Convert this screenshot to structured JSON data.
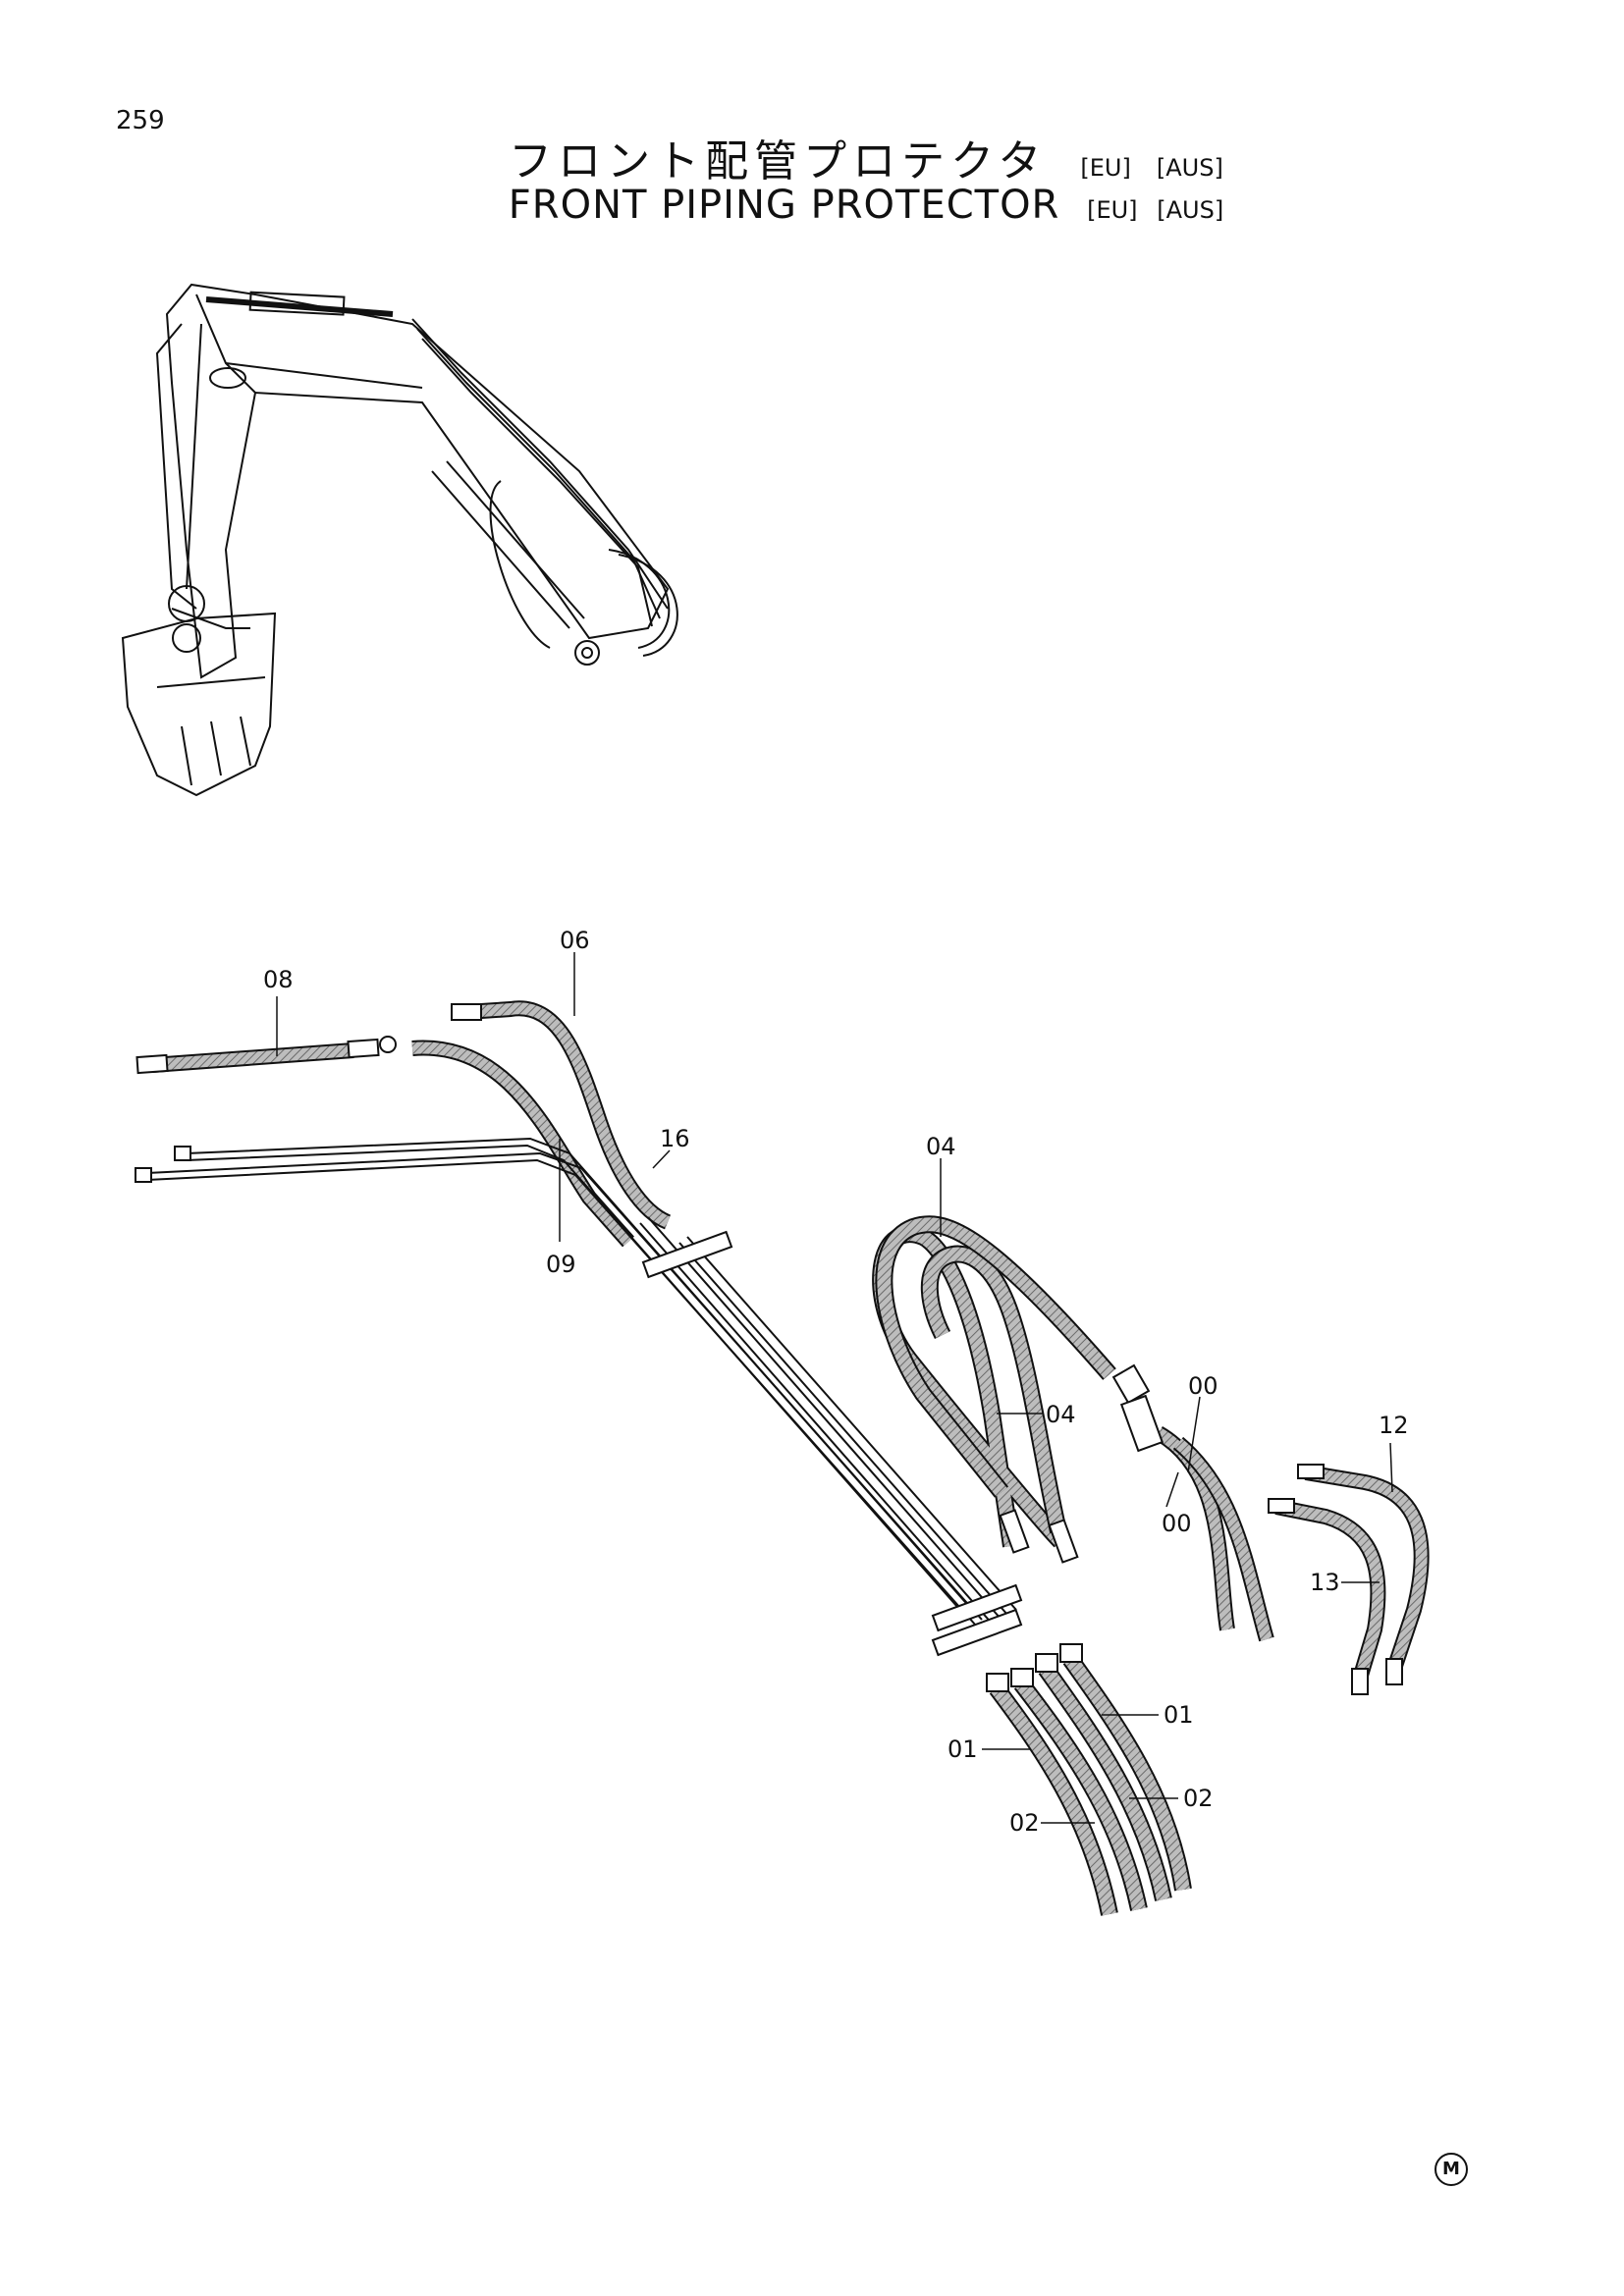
{
  "page_number": "259",
  "title_jp": "フロント配管プロテクタ",
  "title_en": "FRONT PIPING PROTECTOR",
  "region_tags": [
    "[EU]",
    "[AUS]"
  ],
  "callouts": {
    "c06": "06",
    "c08": "08",
    "c16": "16",
    "c09": "09",
    "c04a": "04",
    "c04b": "04",
    "c00a": "00",
    "c00b": "00",
    "c12": "12",
    "c13": "13",
    "c01a": "01",
    "c01b": "01",
    "c02a": "02",
    "c02b": "02"
  },
  "manufacturer_mark": "M"
}
